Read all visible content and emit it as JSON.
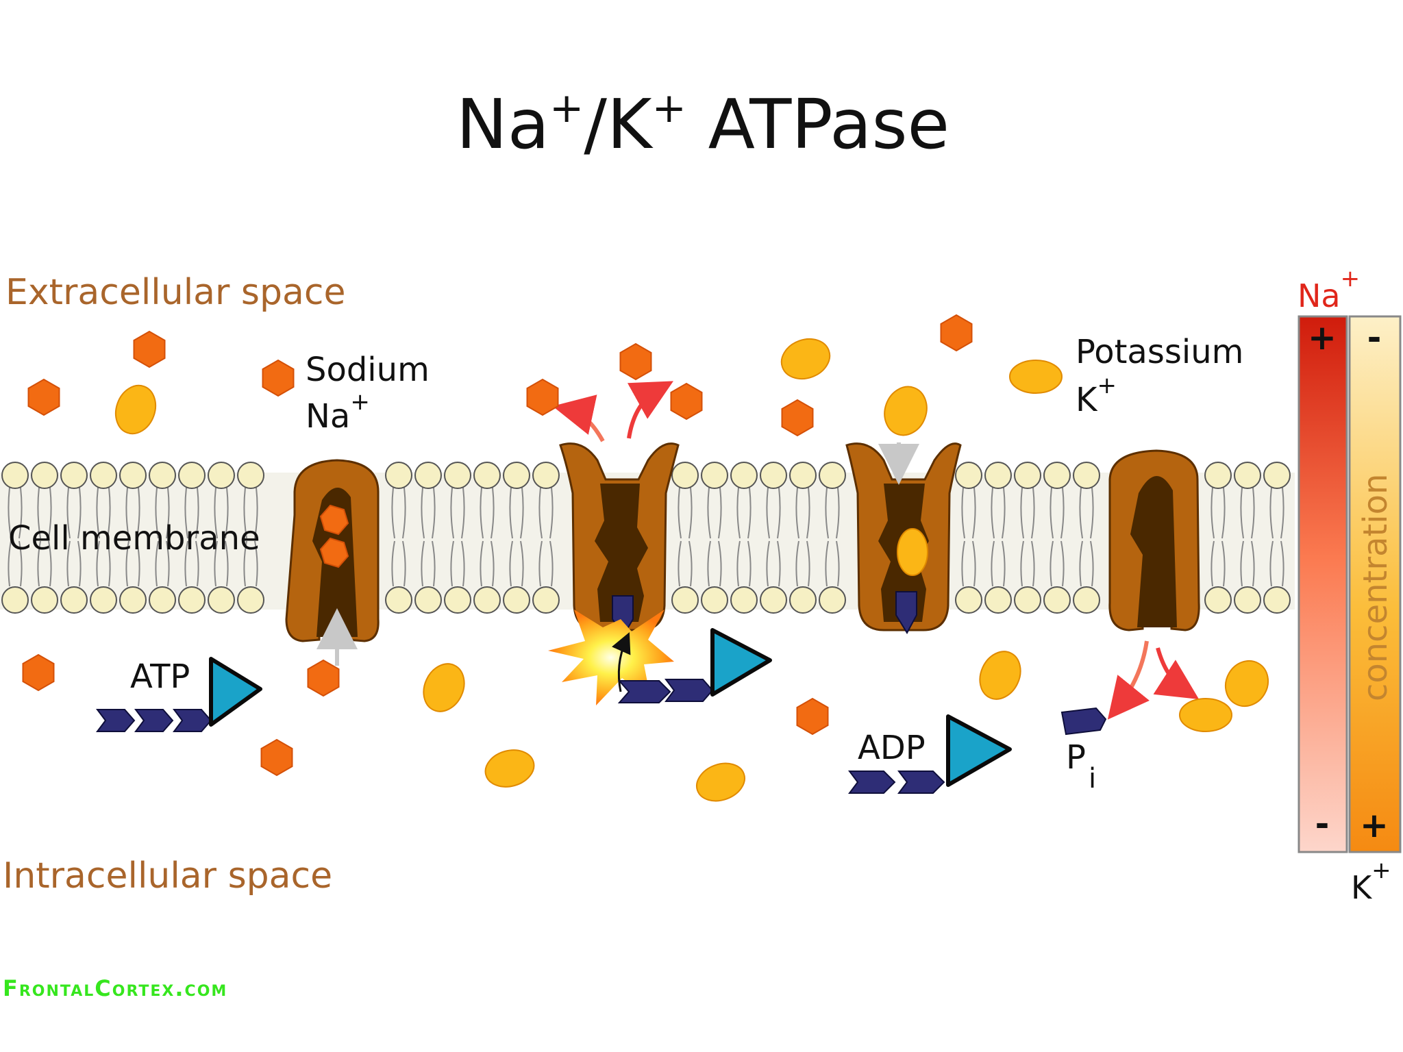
{
  "title": {
    "main": "Na",
    "sup1": "+",
    "mid": "/K",
    "sup2": "+",
    "rest": " ATPase"
  },
  "labels": {
    "extracellular": "Extracellular space",
    "intracellular": "Intracellular space",
    "membrane": "Cell membrane",
    "sodium": "Sodium",
    "sodium_symbol": "Na",
    "potassium": "Potassium",
    "potassium_symbol": "K",
    "plus": "+",
    "atp": "ATP",
    "adp": "ADP",
    "pi": "P",
    "pi_sub": "i"
  },
  "gradient_bar": {
    "na_label": "Na",
    "k_label": "K",
    "concentration": "concentration",
    "na_high": "+",
    "na_low": "-",
    "k_high": "+",
    "k_low": "-"
  },
  "watermark": "FrontalCortex.com",
  "colors": {
    "sodium": "#f26b12",
    "potassium": "#fbb616",
    "protein": "#b5640f",
    "protein_dark": "#4a2800",
    "phosphate": "#2e2d76",
    "adenosine": "#1aa3c9",
    "label_brown": "#a9652b",
    "membrane_head": "#f6f0c4"
  }
}
